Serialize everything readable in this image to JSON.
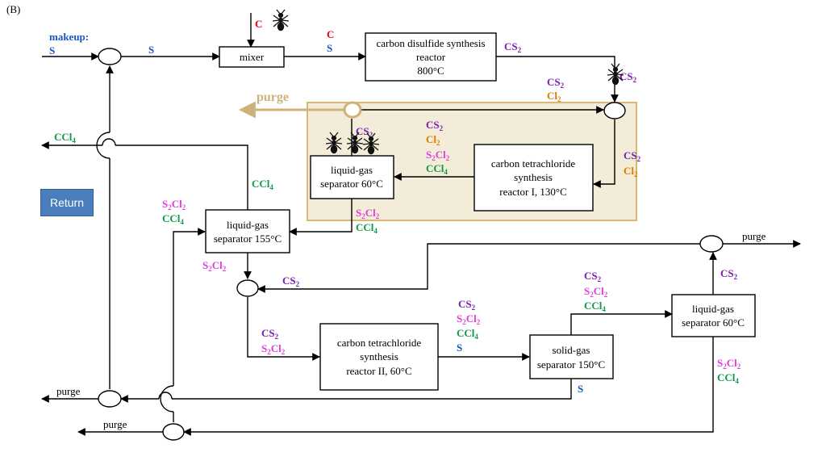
{
  "panel_label": "(B)",
  "return_button": "Return",
  "colors": {
    "C": "#e0001b",
    "S": "#1a56c4",
    "CS2": "#7a1fb0",
    "Cl2": "#e07b00",
    "S2Cl2": "#e040d8",
    "CCl4": "#0f9a4a",
    "purge_highlight": "#cfb27a",
    "highlight_fill": "#f3ecd9",
    "return_button": "#4a7ebd"
  },
  "icons": [
    "ant-icon"
  ],
  "units": {
    "mixer": {
      "lines": [
        "mixer"
      ]
    },
    "cs2_reactor": {
      "lines": [
        "carbon disulfide synthesis",
        "reactor",
        "800°C"
      ]
    },
    "ccl4_reactor_1": {
      "lines": [
        "carbon tetrachloride",
        "synthesis",
        "reactor I, 130°C"
      ]
    },
    "sep_60_top": {
      "lines": [
        "liquid-gas",
        "separator 60°C"
      ]
    },
    "sep_155": {
      "lines": [
        "liquid-gas",
        "separator 155°C"
      ]
    },
    "ccl4_reactor_2": {
      "lines": [
        "carbon tetrachloride",
        "synthesis",
        "reactor II, 60°C"
      ]
    },
    "solid_gas_sep": {
      "lines": [
        "solid-gas",
        "separator 150°C"
      ]
    },
    "sep_60_right": {
      "lines": [
        "liquid-gas",
        "separator 60°C"
      ]
    }
  },
  "labels": {
    "makeup": "makeup:",
    "purge_highlight": "purge",
    "purge_right": "purge",
    "purge_left_1": "purge",
    "purge_left_2": "purge"
  },
  "species": {
    "C": "C",
    "S": "S",
    "CS2": [
      "CS",
      "2"
    ],
    "Cl2": [
      "Cl",
      "2"
    ],
    "S2Cl2": [
      "S",
      "2",
      "Cl",
      "2"
    ],
    "CCl4": [
      "CCl",
      "4"
    ]
  }
}
